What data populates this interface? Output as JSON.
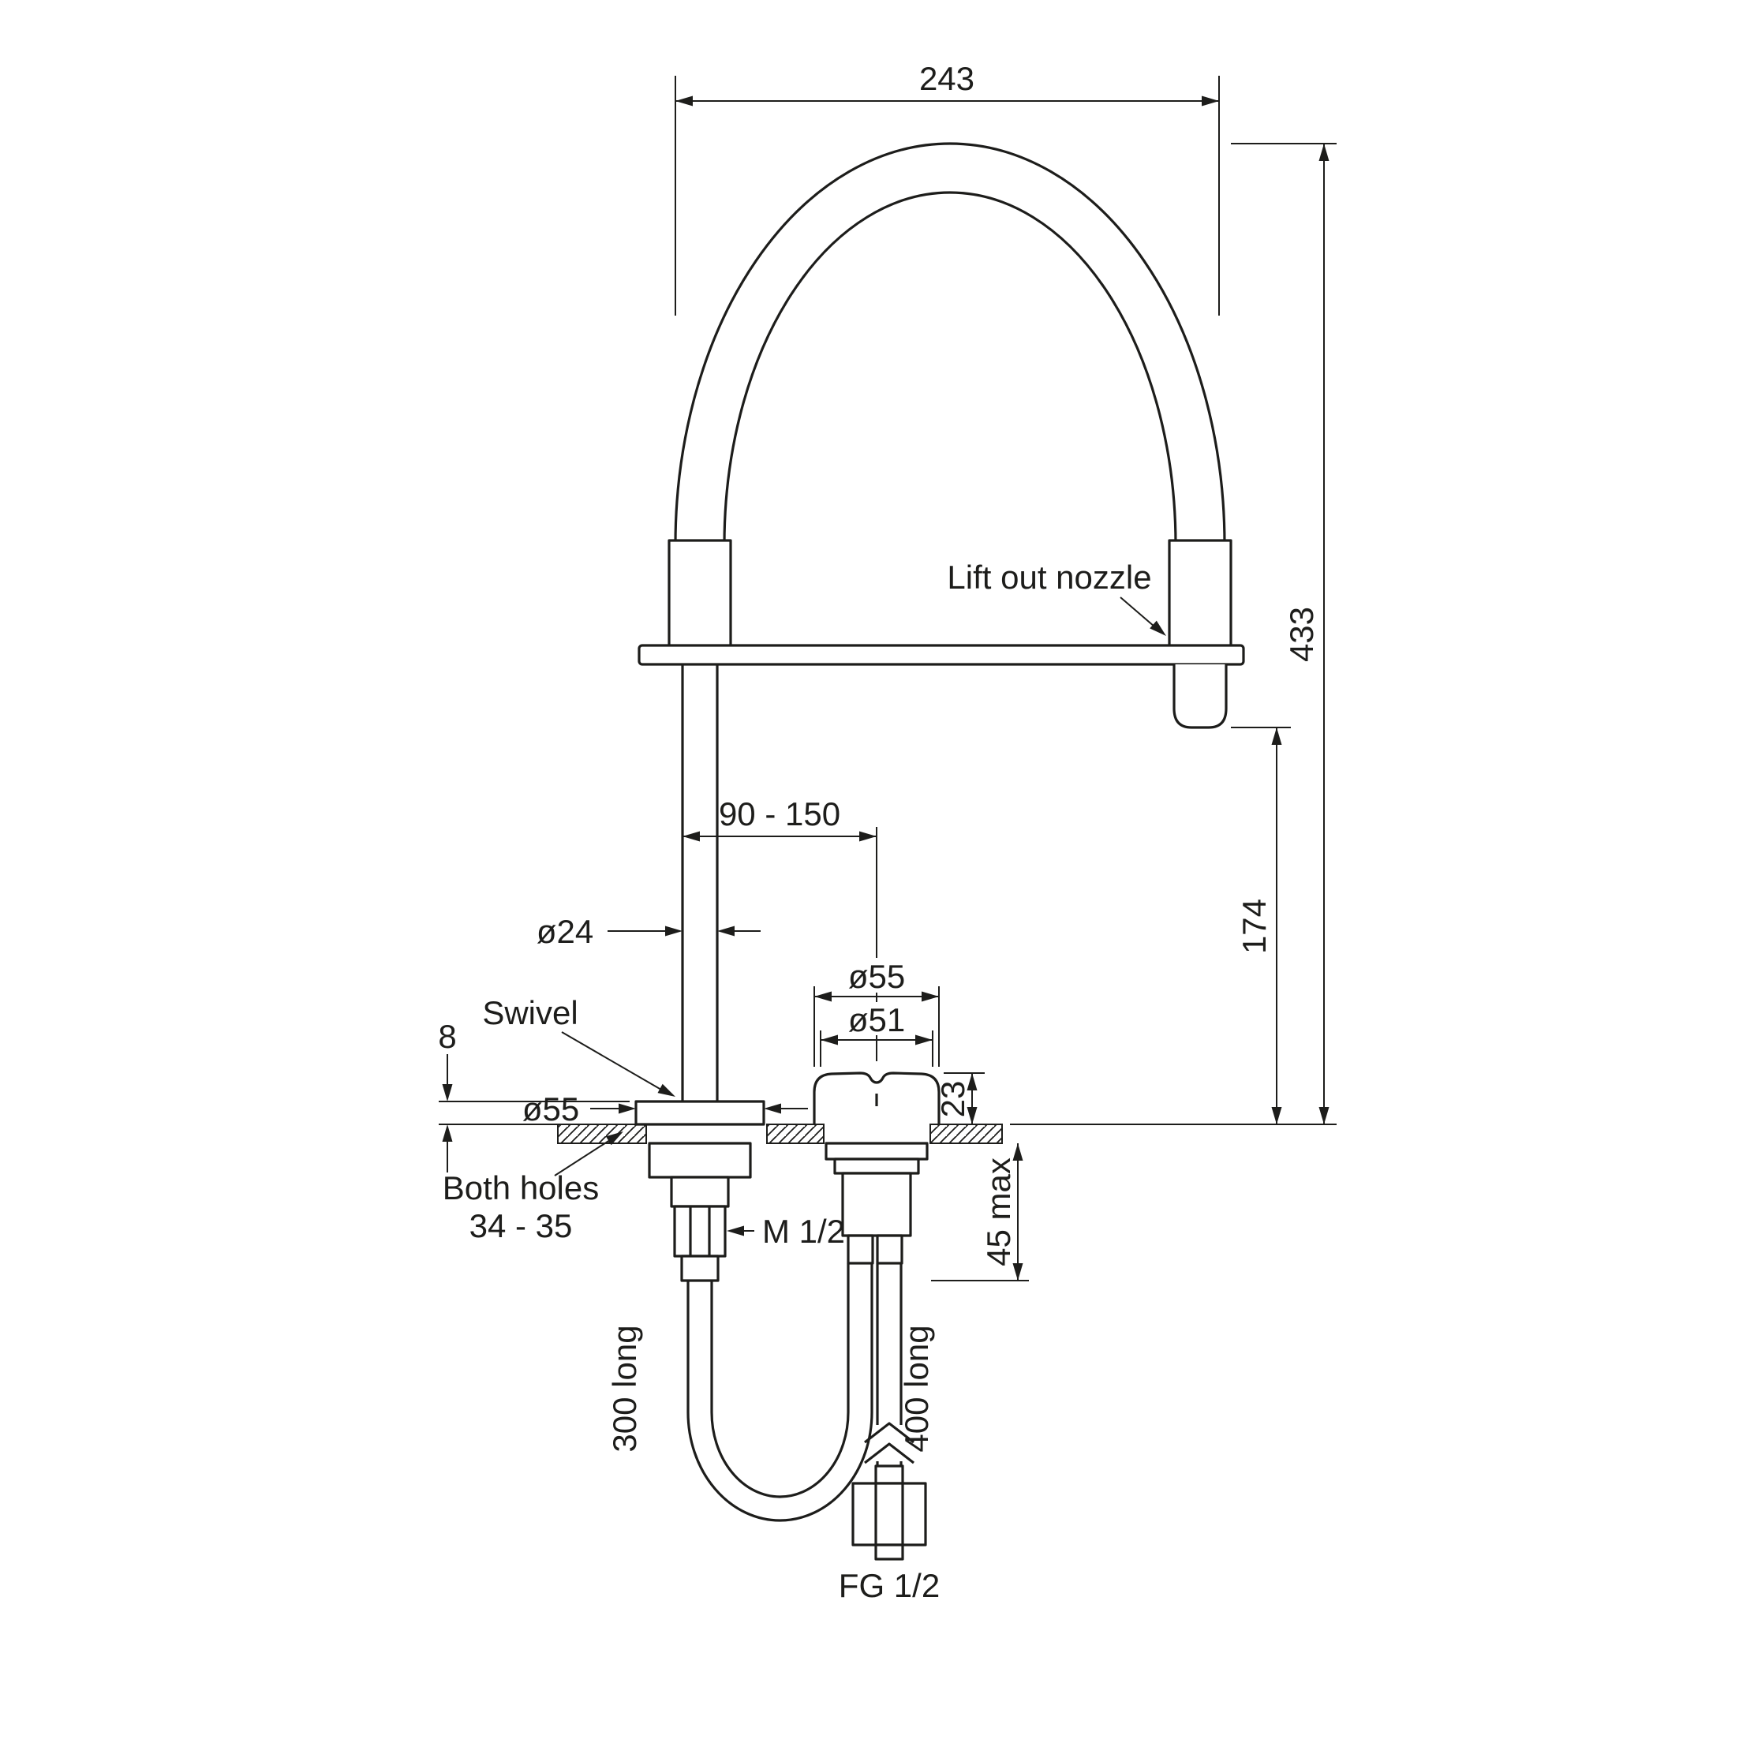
{
  "drawing": {
    "subject": "Kitchen tap with lift-out nozzle - installation dimension drawing",
    "units": "mm",
    "line_color": "#1d1d1b",
    "background": "#ffffff"
  },
  "dimensions": {
    "spout_width": "243",
    "overall_height": "433",
    "nozzle_clearance": "174",
    "hole_centres": "90 - 150",
    "pipe_diameter": "ø24",
    "base_flange_diameter": "ø55",
    "base_flange_height": "8",
    "handle_outer_diameter": "ø55",
    "handle_body_diameter": "ø51",
    "handle_height": "23",
    "max_counter_thickness": "45 max",
    "hose_left_length": "300 long",
    "hose_right_length": "400 long"
  },
  "notes": {
    "lift_out_nozzle": "Lift out nozzle",
    "swivel": "Swivel",
    "both_holes_line1": "Both holes",
    "both_holes_line2": "34 - 35",
    "male_thread": "M 1/2",
    "female_thread": "FG 1/2"
  }
}
